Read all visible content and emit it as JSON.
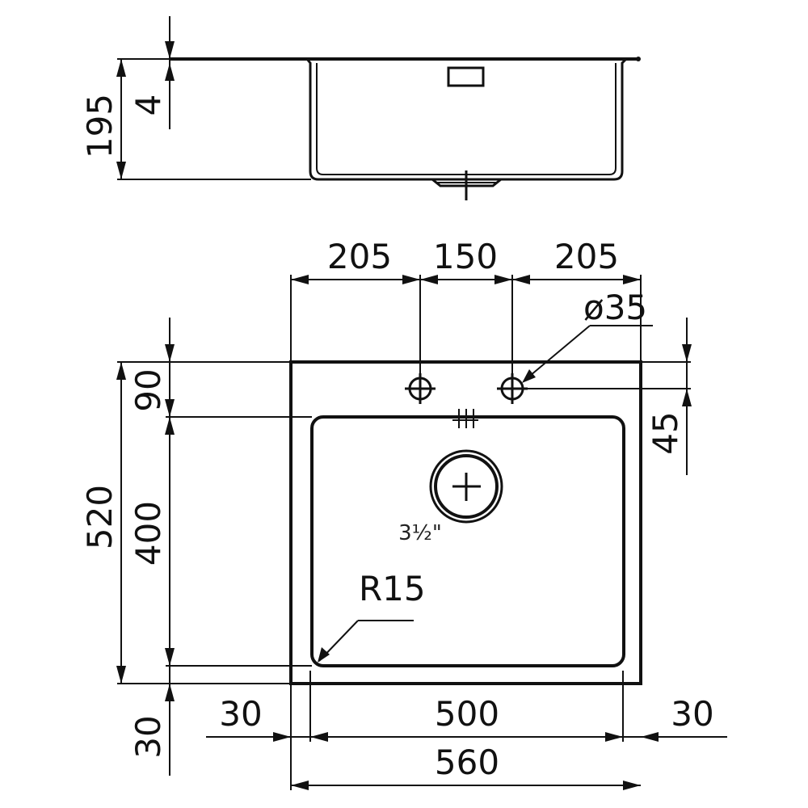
{
  "colors": {
    "line": "#111111",
    "background": "#ffffff"
  },
  "side_view": {
    "height_total": "195",
    "rim_thickness": "4"
  },
  "top_view": {
    "tap_spacing_left": "205",
    "tap_spacing_mid": "150",
    "tap_spacing_right": "205",
    "tap_hole_diameter": "ø35",
    "height_total": "520",
    "back_deck": "90",
    "bowl_height": "400",
    "tap_offset": "45",
    "front_margin": "30",
    "left_margin": "30",
    "bowl_width": "500",
    "right_margin": "30",
    "overall_width": "560",
    "corner_radius": "R15",
    "drain_size": "3½\""
  }
}
